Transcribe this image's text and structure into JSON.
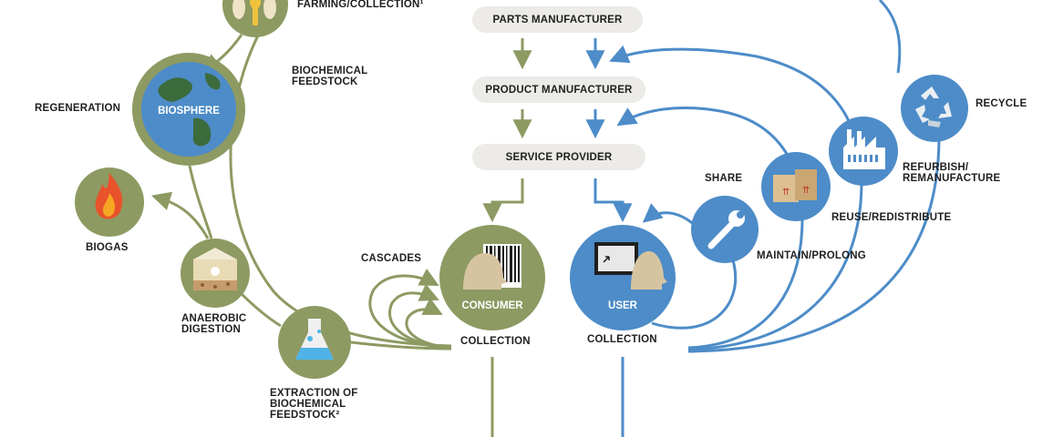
{
  "colors": {
    "green": "#8d9a62",
    "green_dark": "#6f7b4a",
    "blue": "#4d8cc8",
    "blue_dark": "#3e77b2",
    "pill": "#ecebe7"
  },
  "top_fragment": "FARMING/COLLECTION¹",
  "biosphere": {
    "circle_label": "BIOSPHERE",
    "regeneration_label": "REGENERATION",
    "feedstock_label": "BIOCHEMICAL\nFEEDSTOCK"
  },
  "biogas_label": "BIOGAS",
  "anaerobic_label": "ANAEROBIC\nDIGESTION",
  "extraction_label": "EXTRACTION OF\nBIOCHEMICAL\nFEEDSTOCK²",
  "cascades_label": "CASCADES",
  "consumer": {
    "label": "CONSUMER",
    "collection": "COLLECTION"
  },
  "user": {
    "label": "USER",
    "collection": "COLLECTION"
  },
  "pills": {
    "parts": "PARTS MANUFACTURER",
    "product": "PRODUCT MANUFACTURER",
    "service": "SERVICE PROVIDER"
  },
  "technical_loops": {
    "share": "SHARE",
    "maintain": "MAINTAIN/PROLONG",
    "reuse": "REUSE/REDISTRIBUTE",
    "refurbish": "REFURBISH/\nREMANUFACTURE",
    "recycle": "RECYCLE"
  },
  "icons": [
    "fish-wheat-icon",
    "globe-icon",
    "flame-icon",
    "soil-layers-icon",
    "flask-icon",
    "head-barcode-icon",
    "head-monitor-icon",
    "wrench-icon",
    "boxes-icon",
    "factory-icon",
    "recycle-icon"
  ]
}
